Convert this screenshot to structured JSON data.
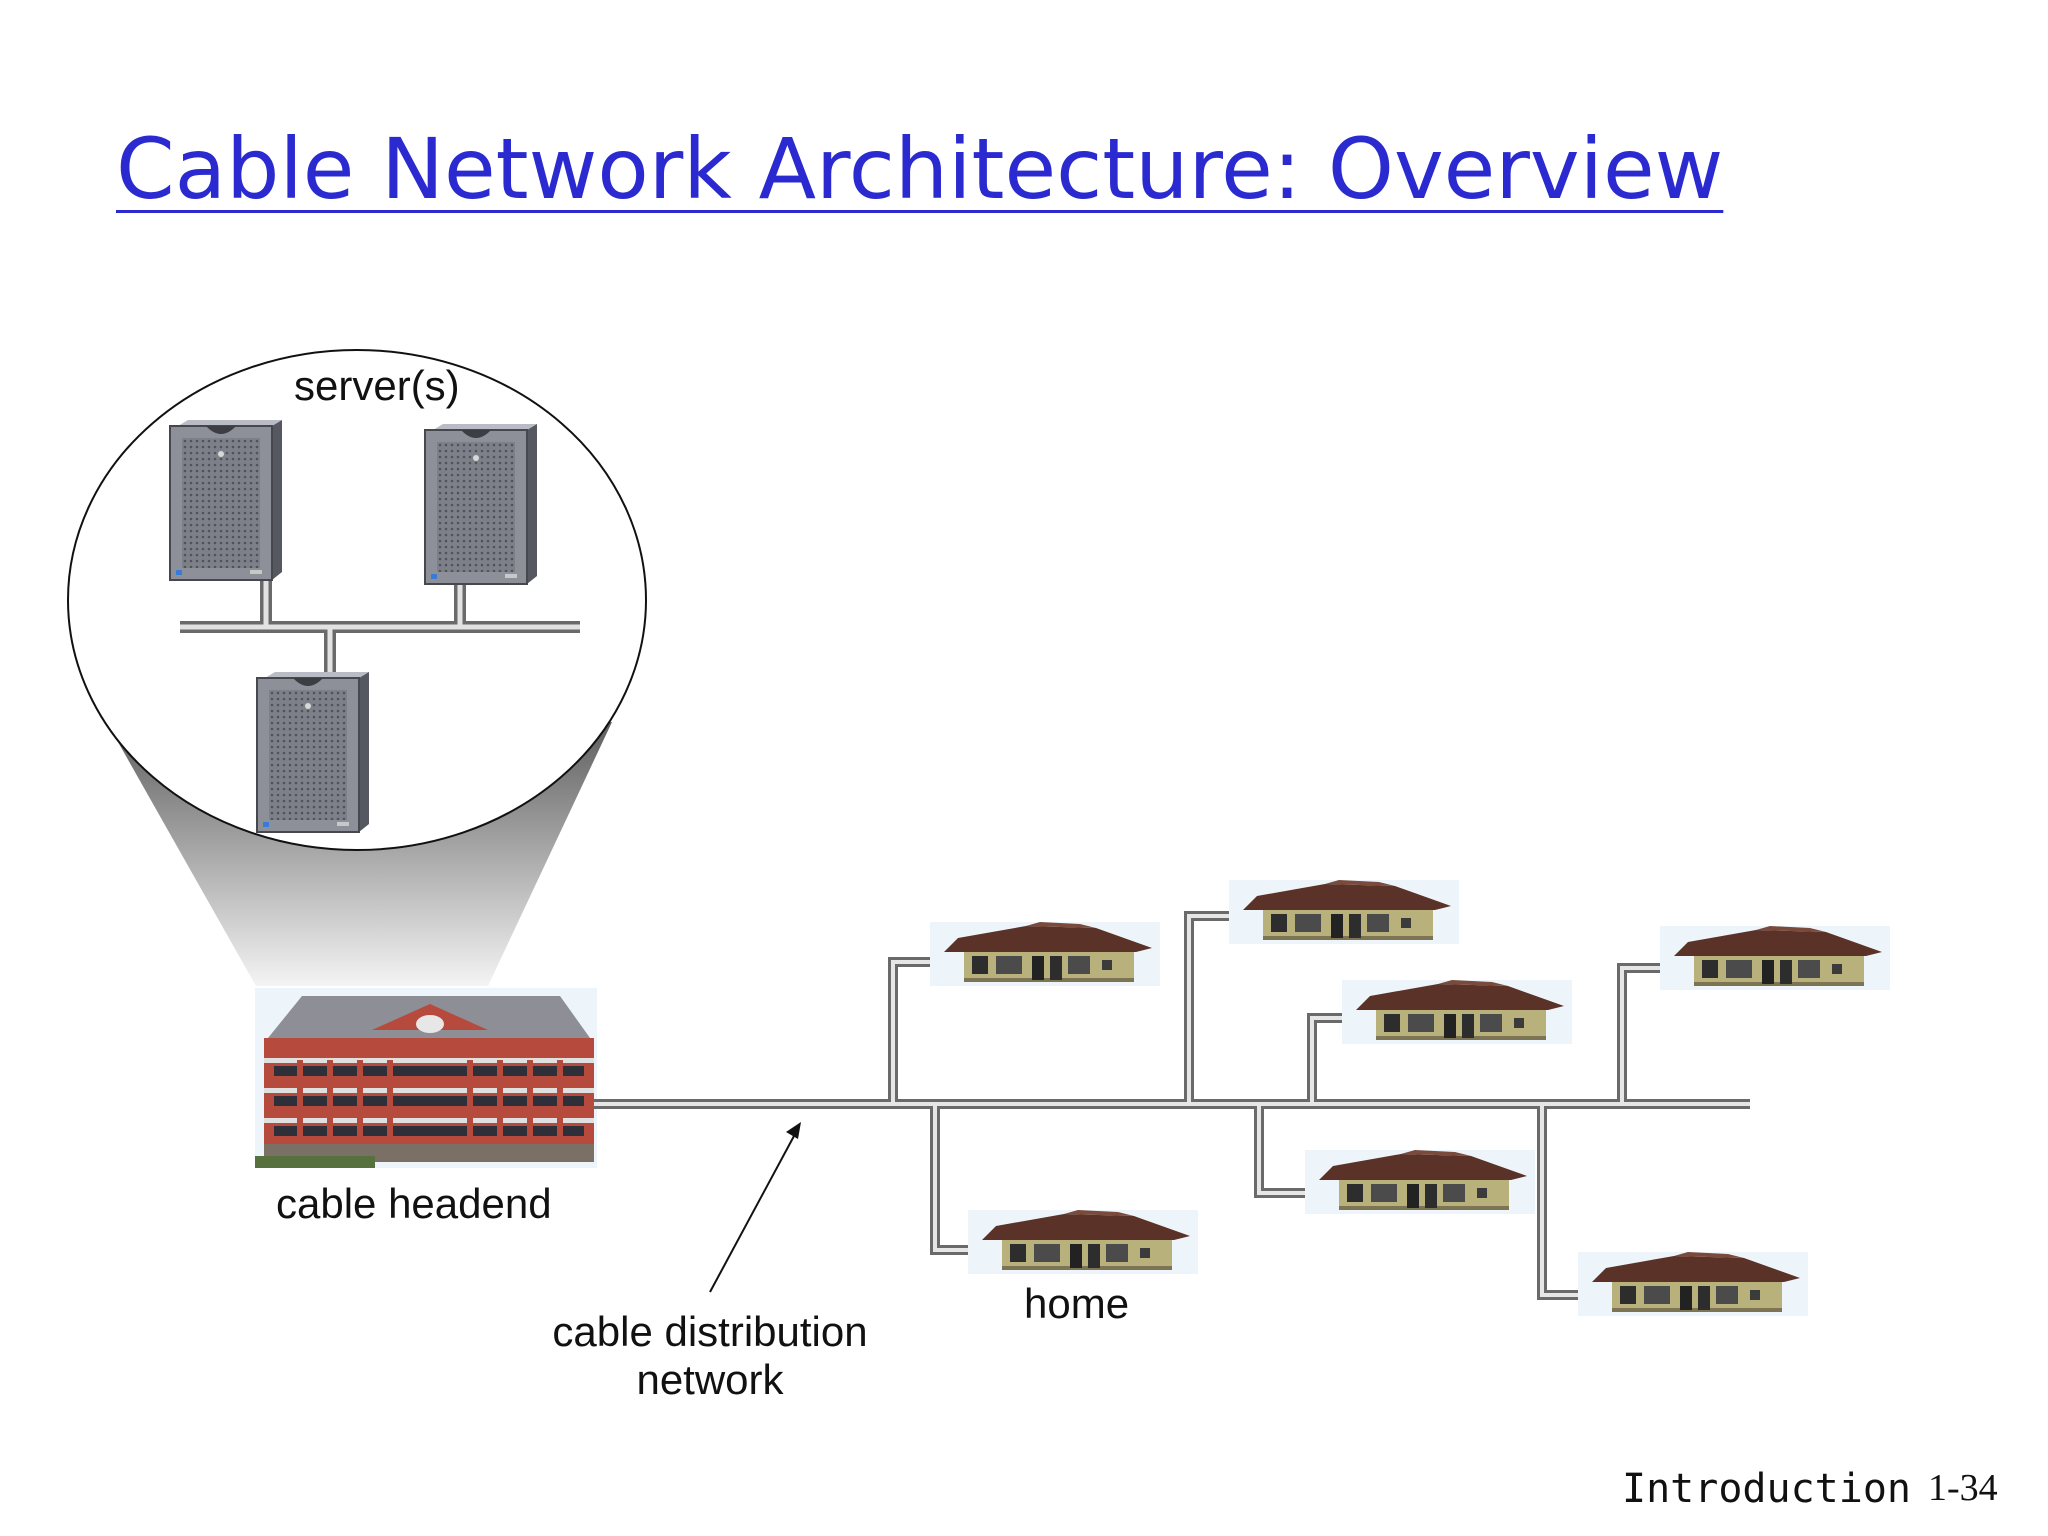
{
  "slide": {
    "title": "Cable Network Architecture: Overview",
    "footer_section": "Introduction",
    "footer_page": "1-34"
  },
  "diagram": {
    "server_label": "server(s)",
    "headend_label": "cable headend",
    "distribution_label_line1": "cable distribution",
    "distribution_label_line2": "network",
    "home_label": "home",
    "icons": {
      "server": "server-tower-icon",
      "headend": "office-building-icon",
      "home": "house-icon"
    },
    "colors": {
      "title": "#2a2ad0",
      "cable": "#9a9a9a",
      "house_wall": "#b9b17c",
      "house_roof": "#5a3228",
      "building_brick": "#b64a3c"
    }
  }
}
